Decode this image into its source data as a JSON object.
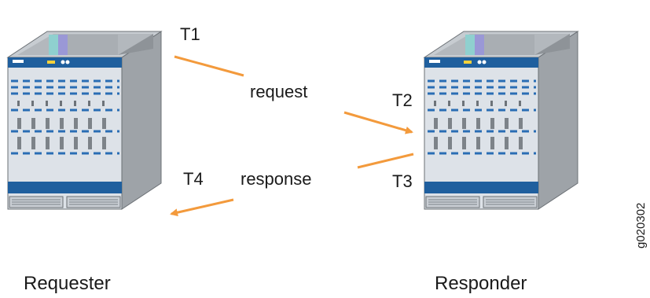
{
  "timestamps": {
    "t1": "T1",
    "t2": "T2",
    "t3": "T3",
    "t4": "T4"
  },
  "messages": {
    "request": "request",
    "response": "response"
  },
  "devices": {
    "requester": "Requester",
    "responder": "Responder"
  },
  "figure_id": "g020302",
  "colors": {
    "arrow": "#f39a3c",
    "device_front": "#d9dfe6",
    "device_side": "#9aa0a6",
    "device_top": "#c4c9cf",
    "accent_blue": "#1f5f9e",
    "panel_teal": "#8fd0cf",
    "panel_purple": "#9a98d6"
  }
}
